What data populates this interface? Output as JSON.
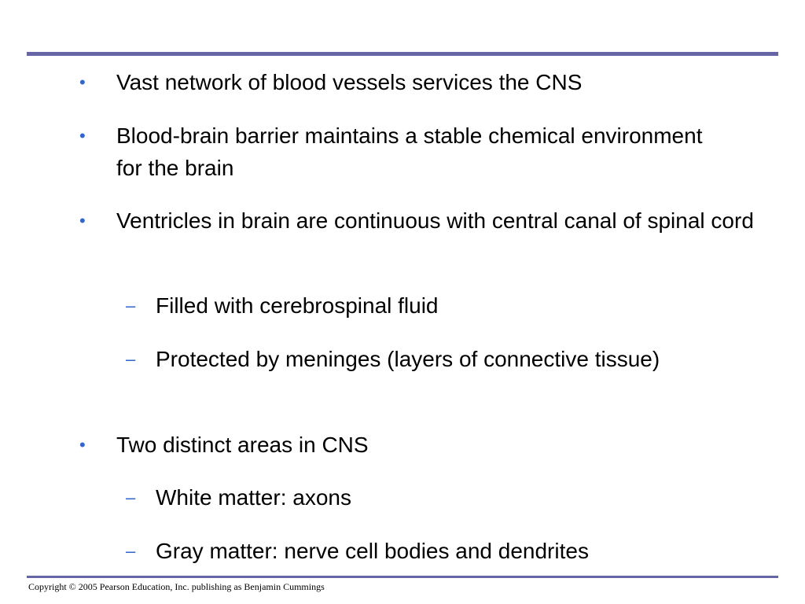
{
  "slide": {
    "bullets": [
      {
        "level": 1,
        "text": "Vast network of blood vessels services the CNS"
      },
      {
        "level": 1,
        "text": "Blood-brain barrier maintains a stable chemical environment for the brain"
      },
      {
        "level": 1,
        "text": "Ventricles in brain are continuous with central canal of spinal cord"
      },
      {
        "level": 2,
        "text": "Filled with cerebrospinal fluid"
      },
      {
        "level": 2,
        "text": "Protected by meninges (layers of connective tissue)"
      },
      {
        "level": 1,
        "text": "Two distinct areas in CNS"
      },
      {
        "level": 2,
        "text": "White matter: axons"
      },
      {
        "level": 2,
        "text": "Gray matter: nerve cell bodies and dendrites"
      }
    ],
    "markers": {
      "level1": "•",
      "level2": "–"
    },
    "footer": "Copyright © 2005 Pearson Education, Inc. publishing as Benjamin Cummings",
    "colors": {
      "rule": "#6666a6",
      "bullet": "#3366cc",
      "text": "#000000"
    }
  }
}
